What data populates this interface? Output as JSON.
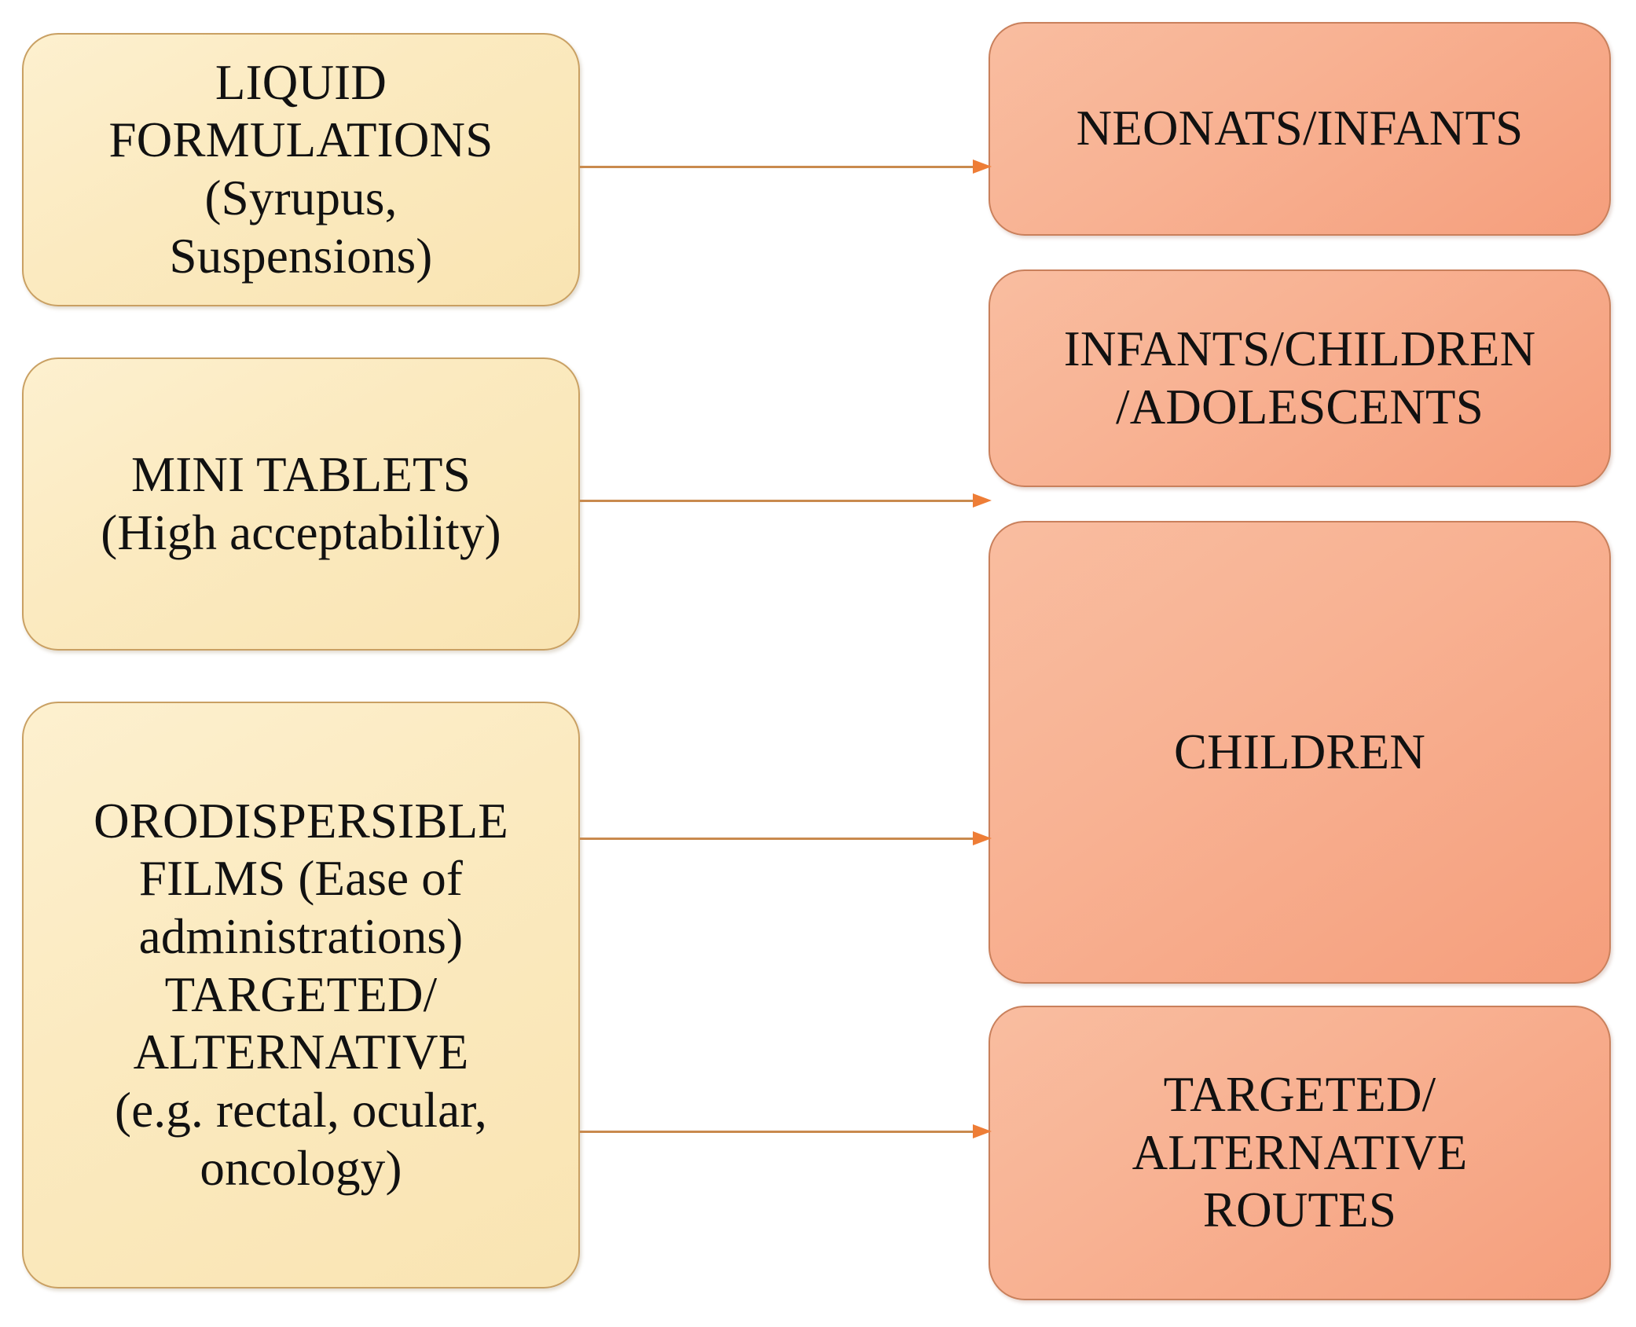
{
  "diagram": {
    "title": "Pediatric dosage form to age-group mapping",
    "colors": {
      "left_node_fill_start": "#fdf0cf",
      "left_node_fill_end": "#f9e4b2",
      "left_node_border": "#c9a063",
      "right_node_fill_start": "#f9bda0",
      "right_node_fill_end": "#f59e7c",
      "right_node_border": "#c9805c",
      "connector_shaft": "#c98a4e",
      "connector_head": "#ee7d36",
      "background": "#ffffff",
      "text": "#111111"
    },
    "left_nodes": [
      {
        "id": "liquid-formulations",
        "label": "LIQUID\nFORMULATIONS\n(Syrupus,\nSuspensions)"
      },
      {
        "id": "mini-tablets",
        "label": "MINI TABLETS\n(High acceptability)"
      },
      {
        "id": "orodispersible-films",
        "label": "ORODISPERSIBLE\nFILMS (Ease of\nadministrations)\nTARGETED/\nALTERNATIVE\n(e.g. rectal, ocular,\noncology)"
      }
    ],
    "right_nodes": [
      {
        "id": "neonats-infants",
        "label": "NEONATS/INFANTS"
      },
      {
        "id": "infants-children-adolescents",
        "label": "INFANTS/CHILDREN\n/ADOLESCENTS"
      },
      {
        "id": "children",
        "label": "CHILDREN"
      },
      {
        "id": "targeted-alternative-routes",
        "label": "TARGETED/\nALTERNATIVE\nROUTES"
      }
    ],
    "connectors": [
      {
        "id": "arrow-liquid-to-neonats",
        "from": "liquid-formulations",
        "to": "neonats-infants",
        "icon": "arrow-right-icon"
      },
      {
        "id": "arrow-mini-to-infants",
        "from": "mini-tablets",
        "to": "infants-children-adolescents",
        "icon": "arrow-right-icon"
      },
      {
        "id": "arrow-oro-to-children",
        "from": "orodispersible-films",
        "to": "children",
        "icon": "arrow-right-icon"
      },
      {
        "id": "arrow-oro-to-targeted",
        "from": "orodispersible-films",
        "to": "targeted-alternative-routes",
        "icon": "arrow-right-icon"
      }
    ]
  }
}
